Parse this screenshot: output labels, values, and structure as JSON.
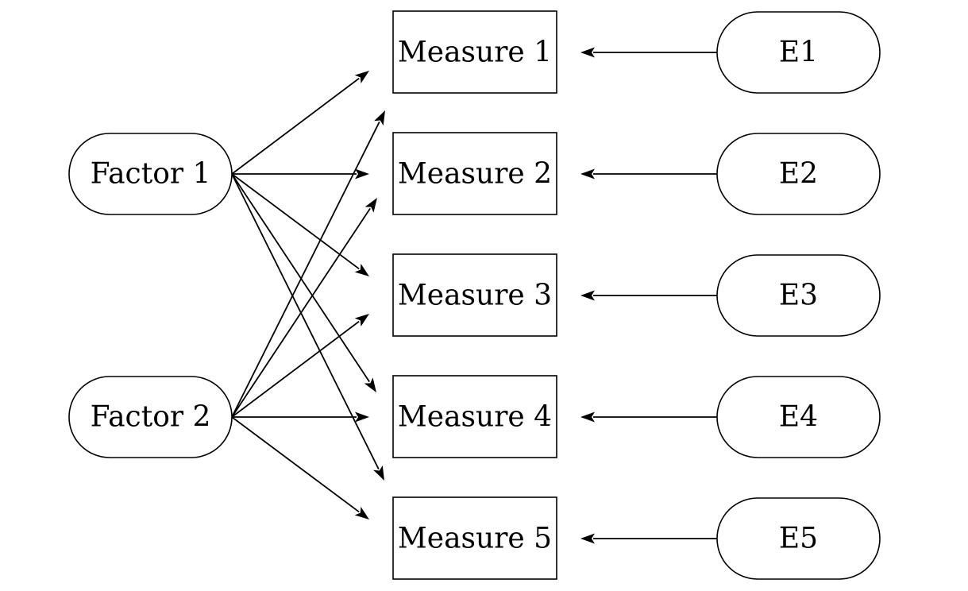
{
  "diagram": {
    "factors": [
      {
        "id": "f1",
        "label": "Factor 1"
      },
      {
        "id": "f2",
        "label": "Factor 2"
      }
    ],
    "measures": [
      {
        "id": "m1",
        "label": "Measure 1"
      },
      {
        "id": "m2",
        "label": "Measure 2"
      },
      {
        "id": "m3",
        "label": "Measure 3"
      },
      {
        "id": "m4",
        "label": "Measure 4"
      },
      {
        "id": "m5",
        "label": "Measure 5"
      }
    ],
    "errors": [
      {
        "id": "e1",
        "label": "E1"
      },
      {
        "id": "e2",
        "label": "E2"
      },
      {
        "id": "e3",
        "label": "E3"
      },
      {
        "id": "e4",
        "label": "E4"
      },
      {
        "id": "e5",
        "label": "E5"
      }
    ],
    "edges": [
      {
        "from": "f1",
        "to": "m1"
      },
      {
        "from": "f1",
        "to": "m2"
      },
      {
        "from": "f1",
        "to": "m3"
      },
      {
        "from": "f1",
        "to": "m4"
      },
      {
        "from": "f1",
        "to": "m5"
      },
      {
        "from": "f2",
        "to": "m1"
      },
      {
        "from": "f2",
        "to": "m2"
      },
      {
        "from": "f2",
        "to": "m3"
      },
      {
        "from": "f2",
        "to": "m4"
      },
      {
        "from": "f2",
        "to": "m5"
      },
      {
        "from": "e1",
        "to": "m1"
      },
      {
        "from": "e2",
        "to": "m2"
      },
      {
        "from": "e3",
        "to": "m3"
      },
      {
        "from": "e4",
        "to": "m4"
      },
      {
        "from": "e5",
        "to": "m5"
      }
    ]
  }
}
